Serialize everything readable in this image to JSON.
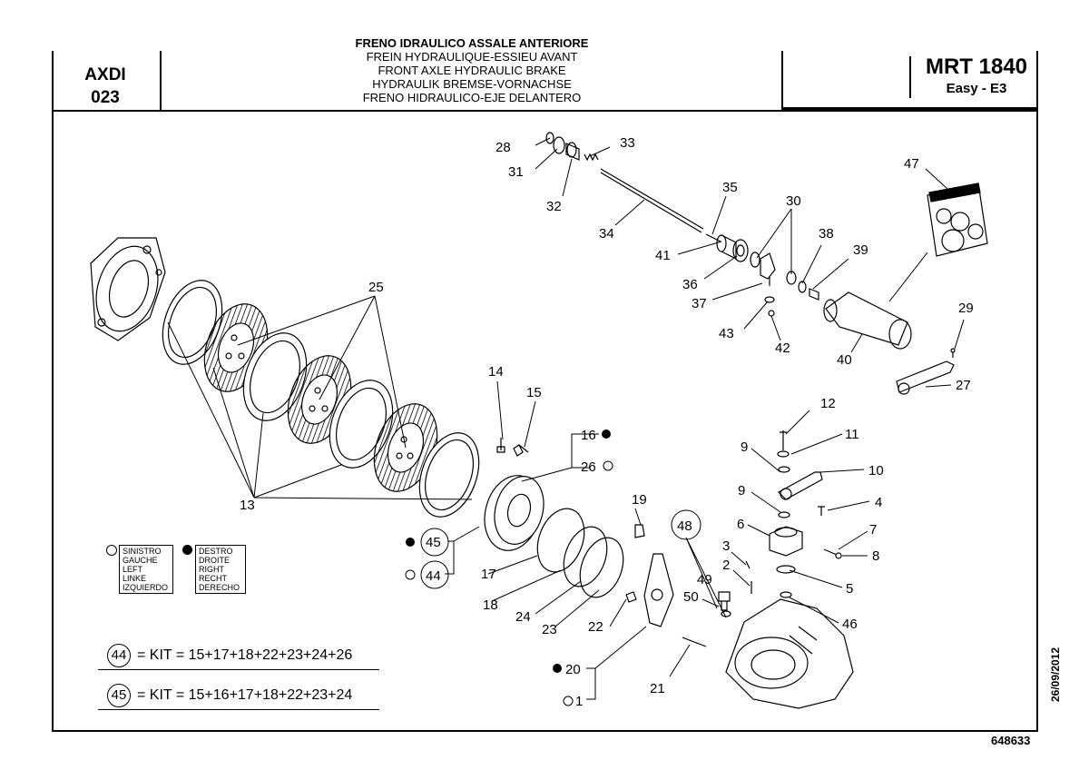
{
  "header": {
    "code_line1": "AXDI",
    "code_line2": "023",
    "titles": [
      "FRENO IDRAULICO ASSALE ANTERIORE",
      "FREIN HYDRAULIQUE-ESSIEU AVANT",
      "FRONT AXLE HYDRAULIC BRAKE",
      "HYDRAULIK BREMSE-VORNACHSE",
      "FRENO HIDRAULICO-EJE DELANTERO"
    ],
    "model": "MRT 1840",
    "variant": "Easy - E3"
  },
  "footer": {
    "date": "26/09/2012",
    "doc_number": "648633"
  },
  "legend": {
    "left": [
      "SINISTRO",
      "GAUCHE",
      "LEFT",
      "LINKE",
      "IZQUIERDO"
    ],
    "right": [
      "DESTRO",
      "DROITE",
      "RIGHT",
      "RECHT",
      "DERECHO"
    ]
  },
  "kits": {
    "kit44_number": "44",
    "kit44_text": "= KIT = 15+17+18+22+23+24+26",
    "kit45_number": "45",
    "kit45_text": "= KIT = 15+16+17+18+22+23+24"
  },
  "callouts": {
    "c1": "1",
    "c2": "2",
    "c3": "3",
    "c4": "4",
    "c5": "5",
    "c6": "6",
    "c7": "7",
    "c8": "8",
    "c9a": "9",
    "c9b": "9",
    "c10": "10",
    "c11": "11",
    "c12": "12",
    "c13": "13",
    "c14": "14",
    "c15": "15",
    "c16": "16",
    "c17": "17",
    "c18": "18",
    "c19": "19",
    "c20": "20",
    "c21": "21",
    "c22": "22",
    "c23": "23",
    "c24": "24",
    "c25": "25",
    "c26": "26",
    "c27": "27",
    "c28": "28",
    "c29": "29",
    "c30": "30",
    "c31": "31",
    "c32": "32",
    "c33": "33",
    "c34": "34",
    "c35": "35",
    "c36": "36",
    "c37": "37",
    "c38": "38",
    "c39": "39",
    "c40": "40",
    "c41": "41",
    "c42": "42",
    "c43": "43",
    "c44": "44",
    "c45": "45",
    "c46": "46",
    "c47": "47",
    "c48": "48",
    "c49": "49",
    "c50": "50"
  }
}
